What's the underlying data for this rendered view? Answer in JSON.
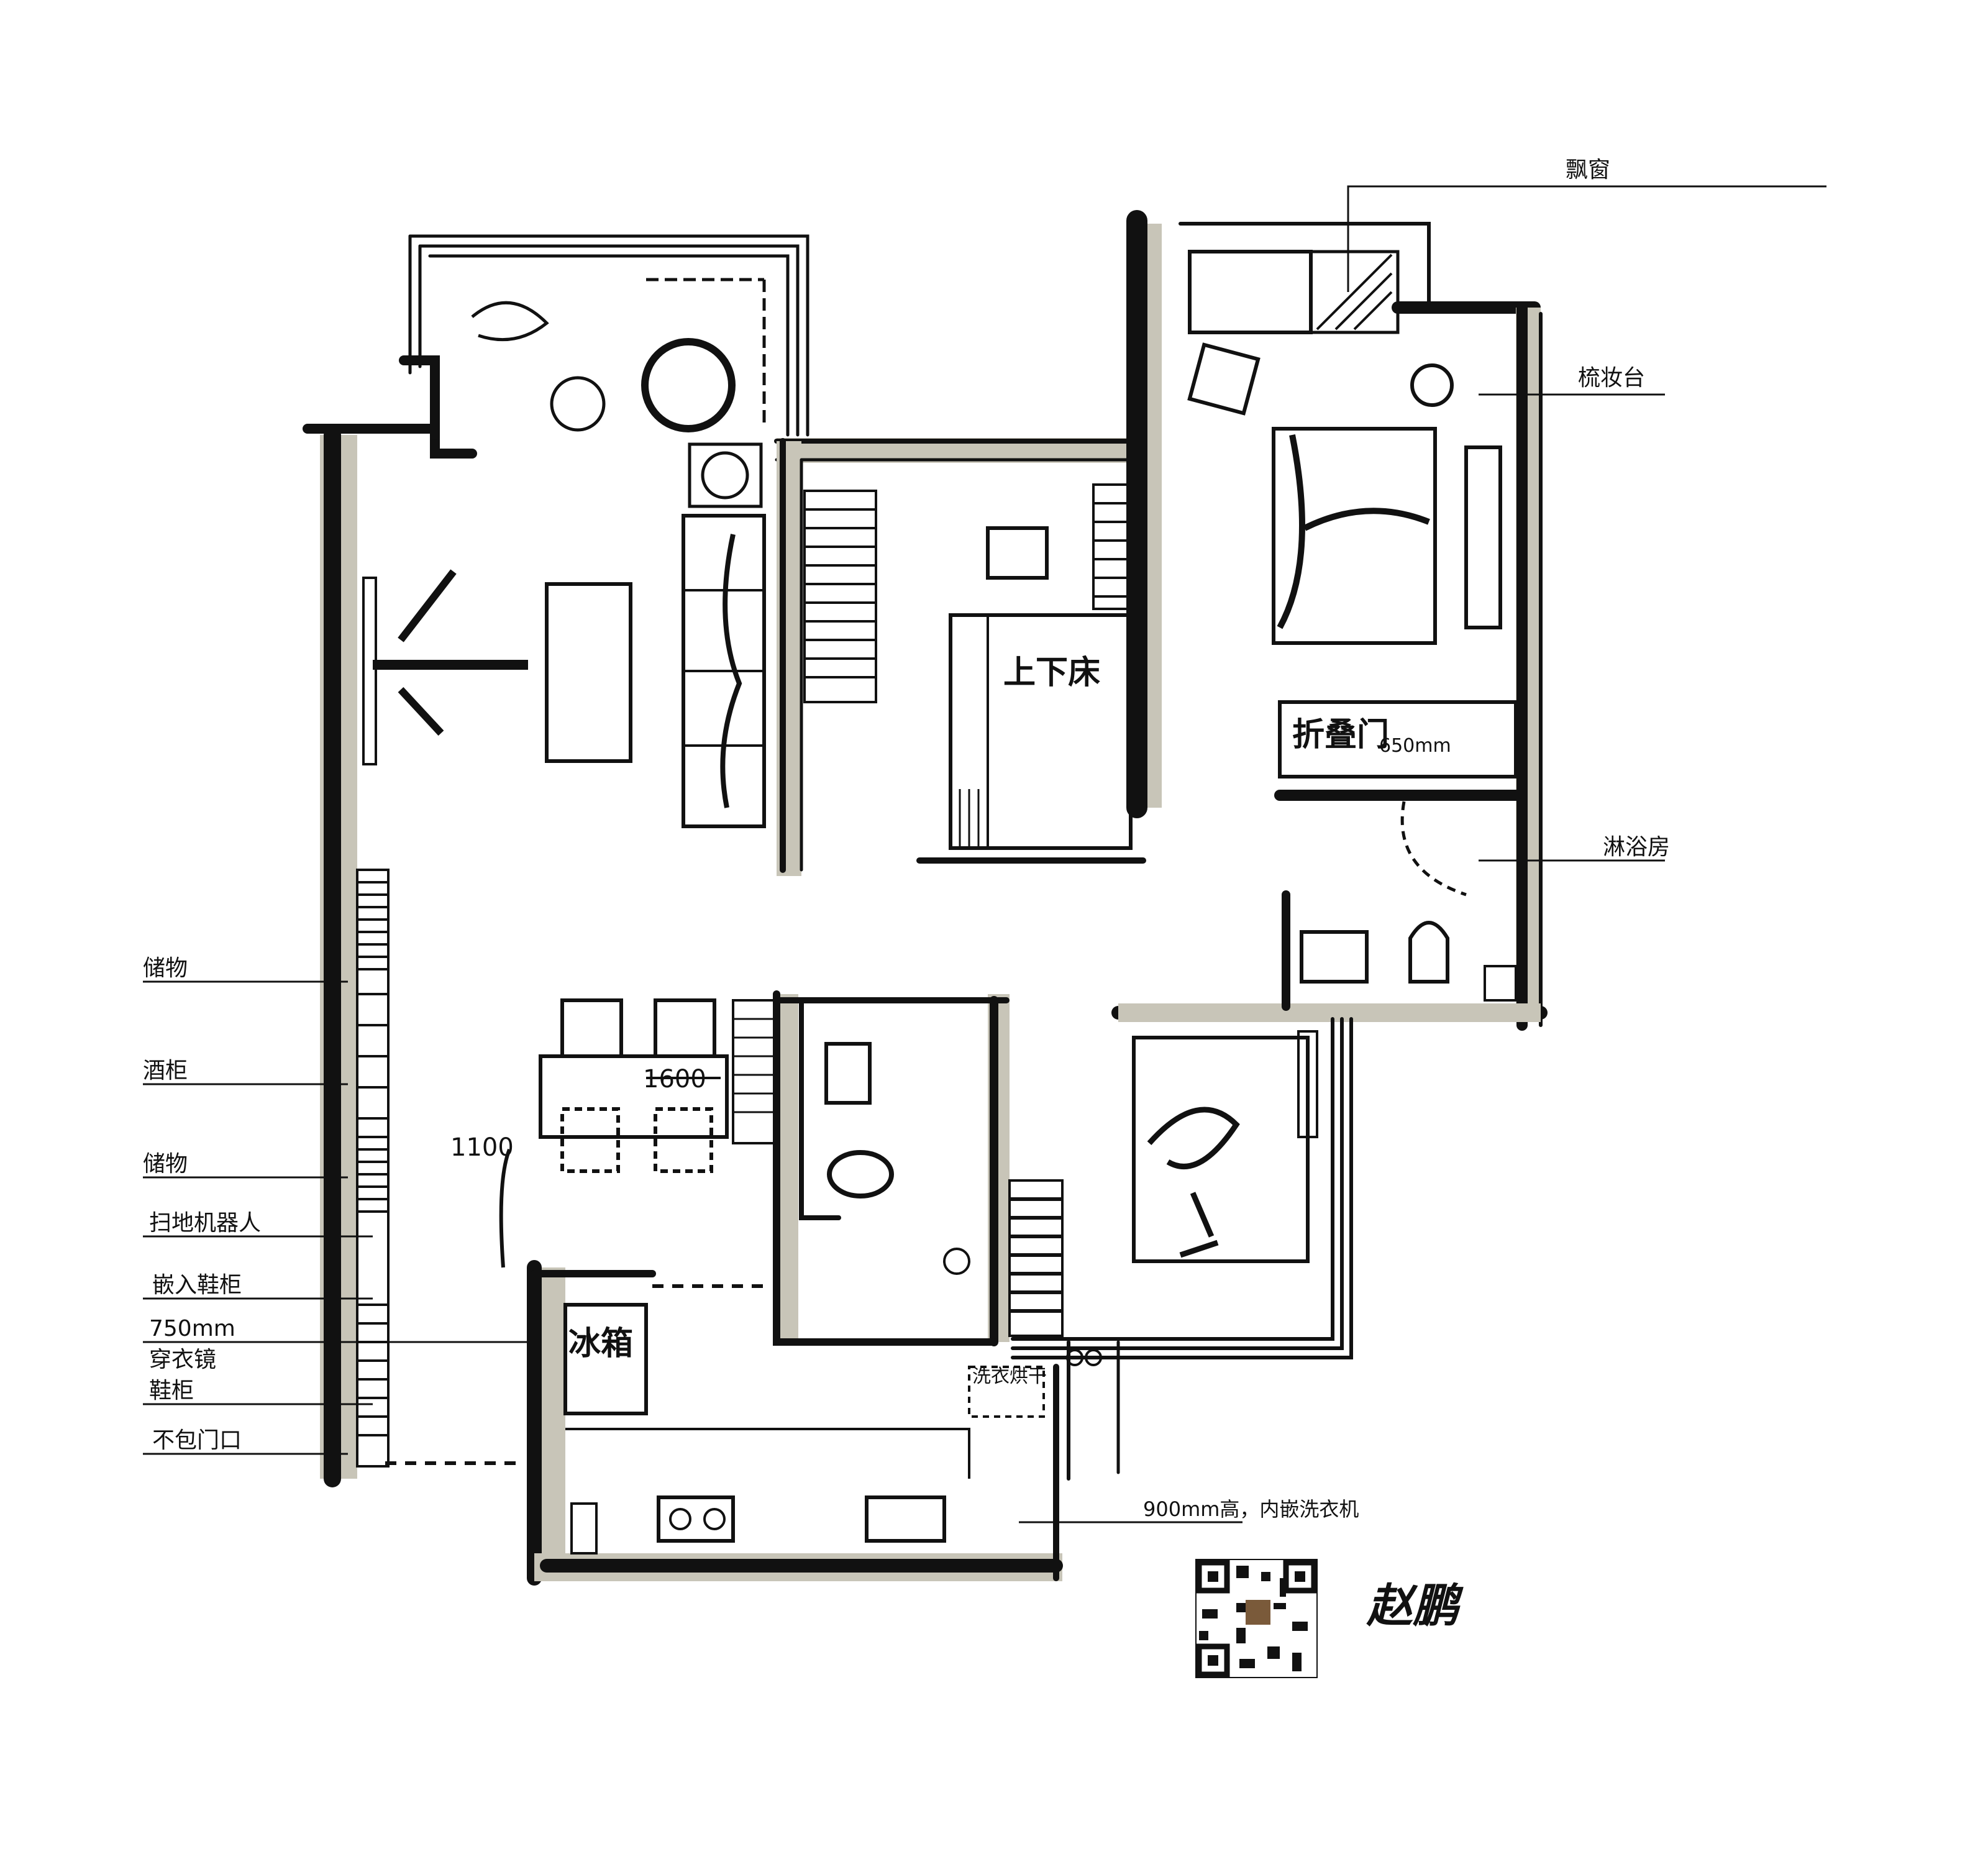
{
  "labels": {
    "bay_window": "飘窗",
    "dressing_table": "梳妆台",
    "shower": "淋浴房",
    "bunk_bed": "上下床",
    "folding_door": "折叠门",
    "folding_door_width": "650mm",
    "fridge": "冰箱",
    "washer_dryer": "洗衣烘干",
    "table_width": "1600",
    "aisle_width": "1100",
    "cabinet_note": "900mm高，内嵌洗衣机",
    "left_notes": [
      "储物",
      "酒柜",
      "储物",
      "扫地机器人",
      "嵌入鞋柜",
      "750mm",
      "穿衣镜",
      "鞋柜",
      "不包门口"
    ]
  },
  "signature": "赵鹏",
  "colors": {
    "ink": "#111111",
    "wall_fill": "#c8c5b8",
    "paper": "#ffffff"
  }
}
